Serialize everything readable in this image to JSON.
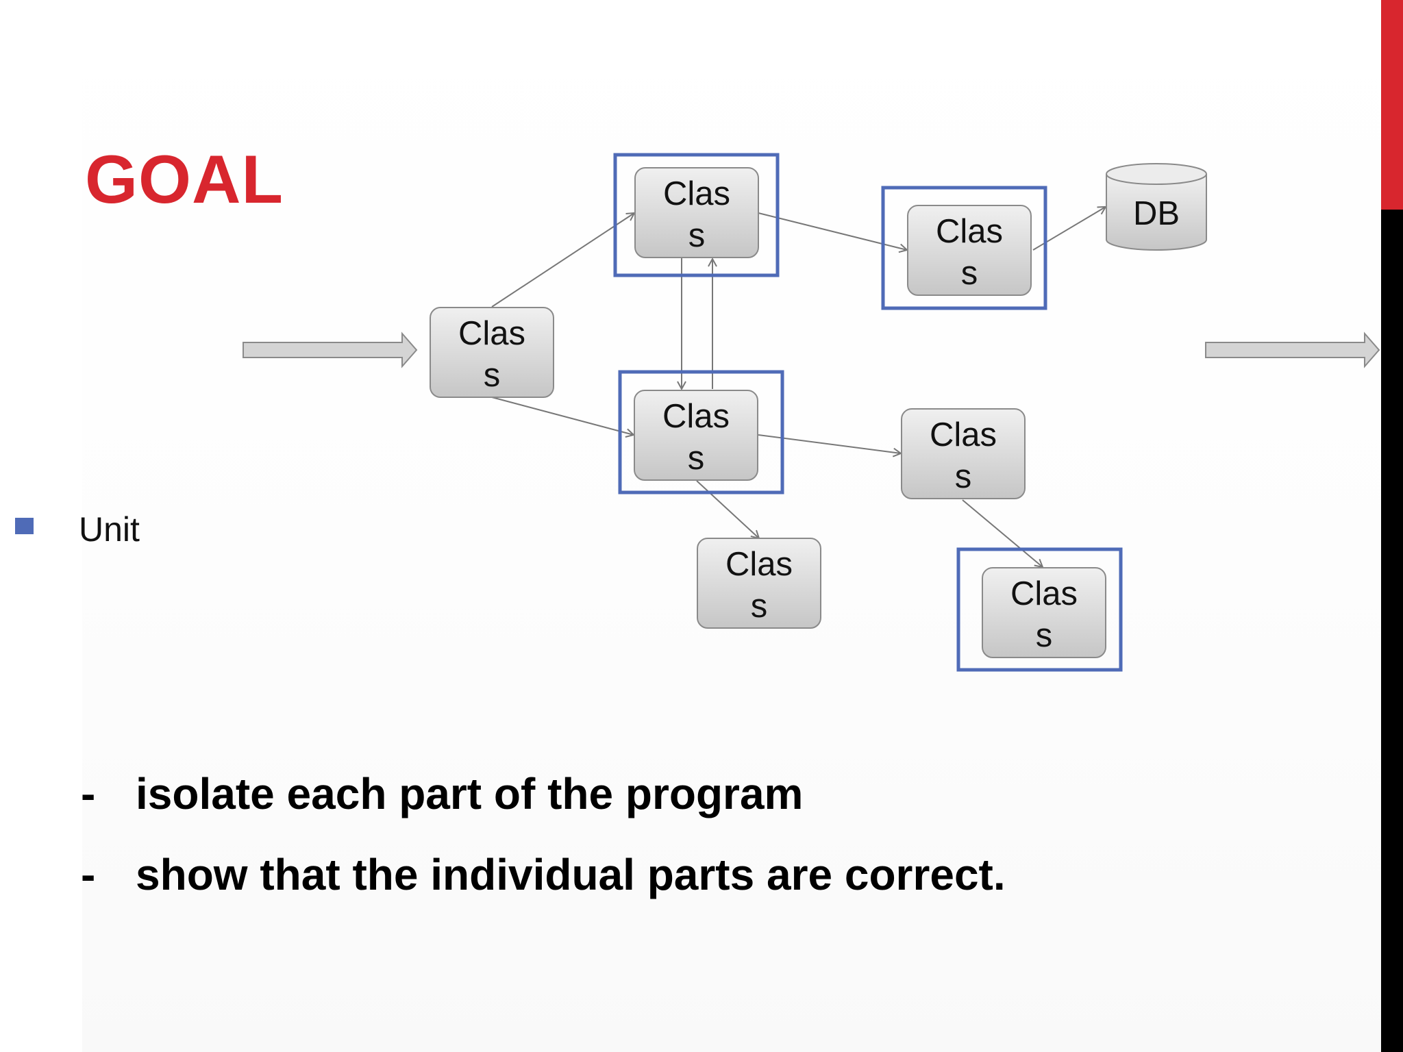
{
  "slide": {
    "title": "GOAL",
    "bullet": "Unit",
    "points": [
      {
        "dash": "-",
        "text": "isolate each part of the program"
      },
      {
        "dash": "-",
        "text": "show that the individual parts are correct."
      }
    ]
  },
  "diagram": {
    "class_label_line1": "Clas",
    "class_label_line2": "s",
    "db_label": "DB",
    "highlight_color": "#4f6bb7",
    "node_fill_top": "#f0f0f0",
    "node_fill_bottom": "#c6c6c6",
    "arrow_color": "#777777",
    "accent_red": "#d8262e"
  }
}
